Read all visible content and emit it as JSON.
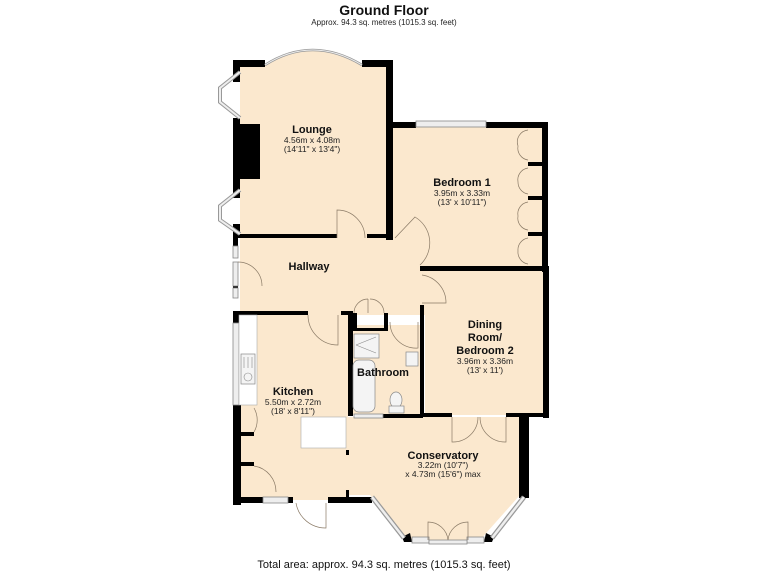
{
  "header": {
    "title": "Ground Floor",
    "subtitle": "Approx. 94.3 sq. metres (1015.3 sq. feet)"
  },
  "rooms": {
    "lounge": {
      "name": "Lounge",
      "metric": "4.56m x 4.08m",
      "imperial": "(14'11\" x 13'4\")"
    },
    "bedroom1": {
      "name": "Bedroom 1",
      "metric": "3.95m x 3.33m",
      "imperial": "(13' x 10'11\")"
    },
    "hallway": {
      "name": "Hallway"
    },
    "dining": {
      "name_line1": "Dining",
      "name_line2": "Room/",
      "name_line3": "Bedroom 2",
      "metric": "3.96m x 3.36m",
      "imperial": "(13' x 11')"
    },
    "bathroom": {
      "name": "Bathroom"
    },
    "kitchen": {
      "name": "Kitchen",
      "metric": "5.50m x 2.72m",
      "imperial": "(18' x 8'11\")"
    },
    "conservatory": {
      "name": "Conservatory",
      "line1": "3.22m (10'7\")",
      "line2": "x 4.73m (15'6\") max"
    }
  },
  "footer": {
    "total_area": "Total area: approx. 94.3 sq. metres (1015.3 sq. feet)"
  },
  "colors": {
    "floor": "#fbe8ce",
    "wall": "#000000",
    "background": "#ffffff"
  }
}
